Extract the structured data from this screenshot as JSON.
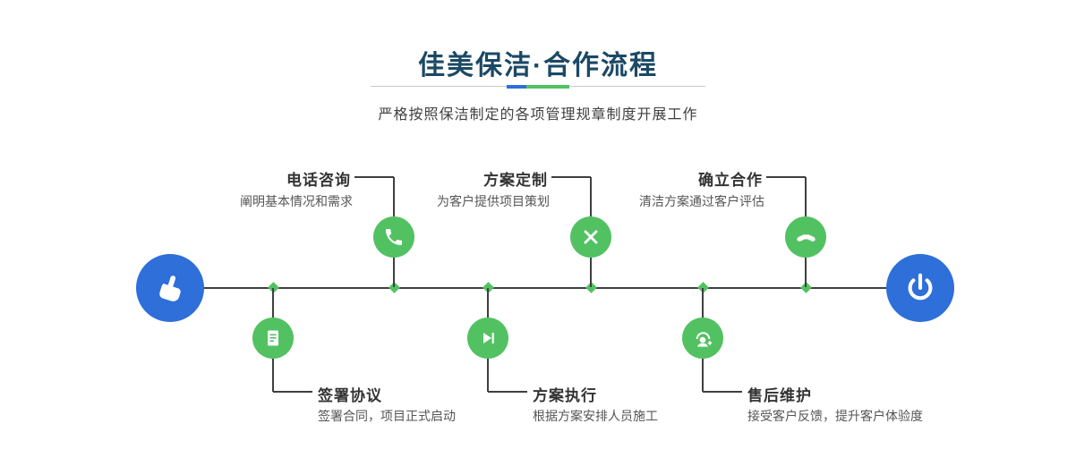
{
  "header": {
    "title": "佳美保洁·合作流程",
    "subtitle": "严格按照保洁制定的各项管理规章制度开展工作"
  },
  "colors": {
    "accent_blue": "#2e6fd9",
    "accent_green": "#52c162",
    "title_navy": "#1b4965",
    "line_dark": "#3f3f3f"
  },
  "timeline": {
    "start_icon": "hand-pointer-icon",
    "end_icon": "power-icon"
  },
  "steps_top": [
    {
      "title": "电话咨询",
      "desc": "阐明基本情况和需求",
      "icon": "phone-icon"
    },
    {
      "title": "方案定制",
      "desc": "为客户提供项目策划",
      "icon": "design-tools-icon"
    },
    {
      "title": "确立合作",
      "desc": "清洁方案通过客户评估",
      "icon": "handshake-icon"
    }
  ],
  "steps_bottom": [
    {
      "title": "签署协议",
      "desc": "签署合同，项目正式启动",
      "icon": "contract-icon"
    },
    {
      "title": "方案执行",
      "desc": "根据方案安排人员施工",
      "icon": "play-execute-icon"
    },
    {
      "title": "售后维护",
      "desc": "接受客户反馈，提升客户体验度",
      "icon": "headset-support-icon"
    }
  ]
}
